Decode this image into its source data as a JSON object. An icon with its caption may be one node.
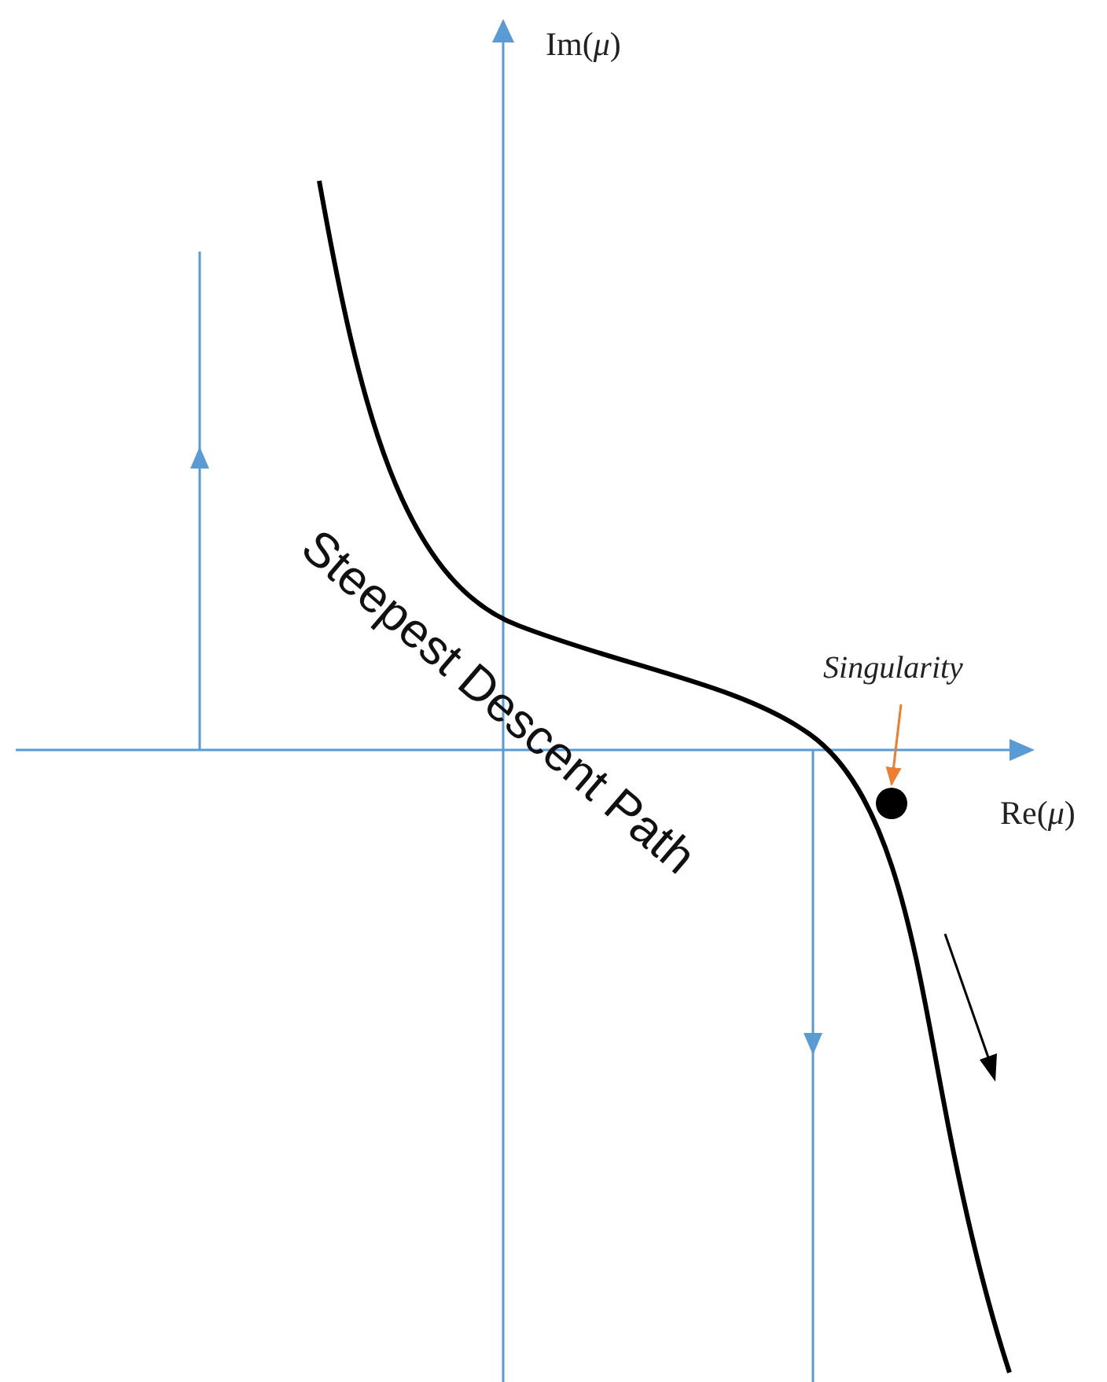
{
  "diagram": {
    "nodes": [
      {
        "text": [
          "Singularity"
        ]
      },
      {
        "text": [],
        "shape": "circle"
      }
    ],
    "edges": [
      {
        "from": 0,
        "to": 1,
        "arrow": "to",
        "color": "#ed7d31"
      }
    ],
    "labels": [
      "Im(*μ*)",
      "Steepest Descent Path",
      "Re(*μ*)"
    ]
  }
}
